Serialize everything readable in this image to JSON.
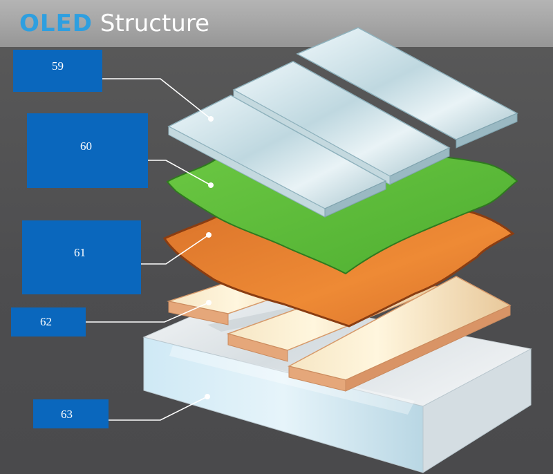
{
  "title": {
    "accent": "OLED",
    "rest": " Structure"
  },
  "labels": [
    {
      "id": "59"
    },
    {
      "id": "60"
    },
    {
      "id": "61"
    },
    {
      "id": "62"
    },
    {
      "id": "63"
    }
  ],
  "colors": {
    "label_box": "#0a67bd",
    "title_accent": "#2e9fe0",
    "emissive_layer": "#5fbf3a",
    "conductive_layer": "#e07a2a",
    "anode_strips": "#f2dcb8",
    "substrate": "#e8eef2",
    "cathode_strips": "#cfe6ee"
  }
}
